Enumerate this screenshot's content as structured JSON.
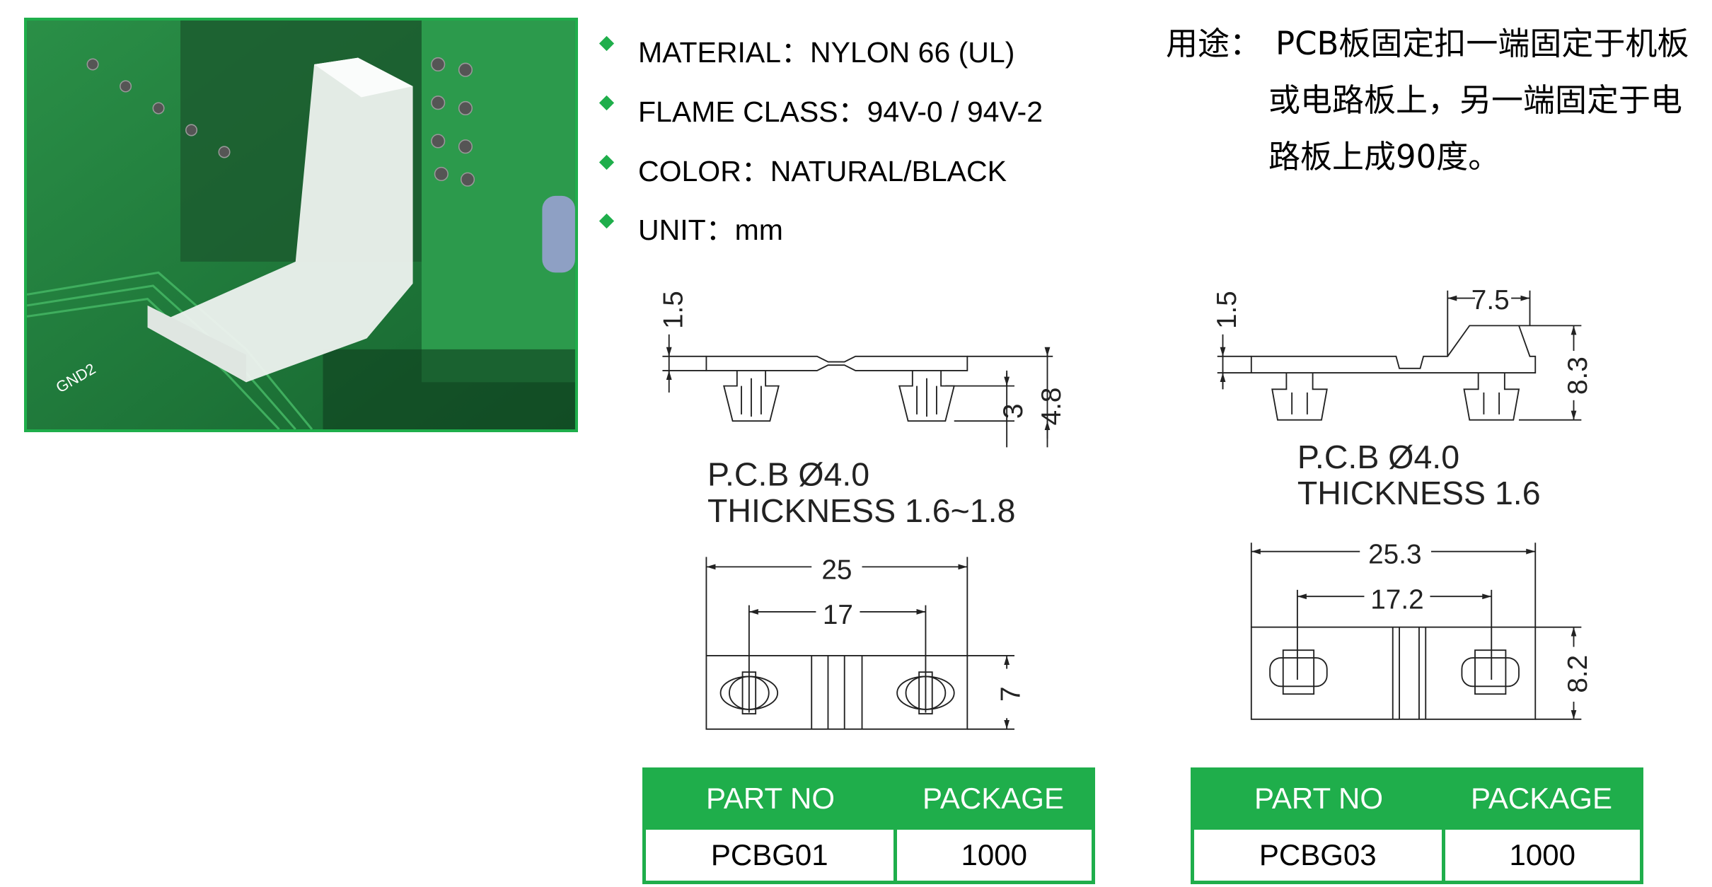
{
  "specs": [
    {
      "label": "MATERIAL：NYLON 66 (UL)"
    },
    {
      "label": "FLAME CLASS：94V-0 / 94V-2"
    },
    {
      "label": "COLOR：NATURAL/BLACK"
    },
    {
      "label": "UNIT：mm"
    }
  ],
  "usage": {
    "label": "用途：",
    "lines": [
      "PCB板固定扣一端固定于机板",
      "或电路板上，另一端固定于电",
      "路板上成90度。"
    ]
  },
  "photo": {
    "silkscreen": "GND2"
  },
  "drawing_left": {
    "dims": {
      "thick": "1.5",
      "h3": "3",
      "h48": "4.8",
      "w25": "25",
      "w17": "17",
      "h7": "7"
    },
    "note1": "P.C.B  Ø4.0",
    "note2": "THICKNESS  1.6~1.8"
  },
  "drawing_right": {
    "dims": {
      "thick": "1.5",
      "w75": "7.5",
      "h83": "8.3",
      "w253": "25.3",
      "w172": "17.2",
      "h82": "8.2"
    },
    "note1": "P.C.B  Ø4.0",
    "note2": "THICKNESS  1.6"
  },
  "tables": [
    {
      "headers": [
        "PART NO",
        "PACKAGE"
      ],
      "row": [
        "PCBG01",
        "1000"
      ]
    },
    {
      "headers": [
        "PART NO",
        "PACKAGE"
      ],
      "row": [
        "PCBG03",
        "1000"
      ]
    }
  ],
  "colors": {
    "accent": "#1fae4b"
  }
}
